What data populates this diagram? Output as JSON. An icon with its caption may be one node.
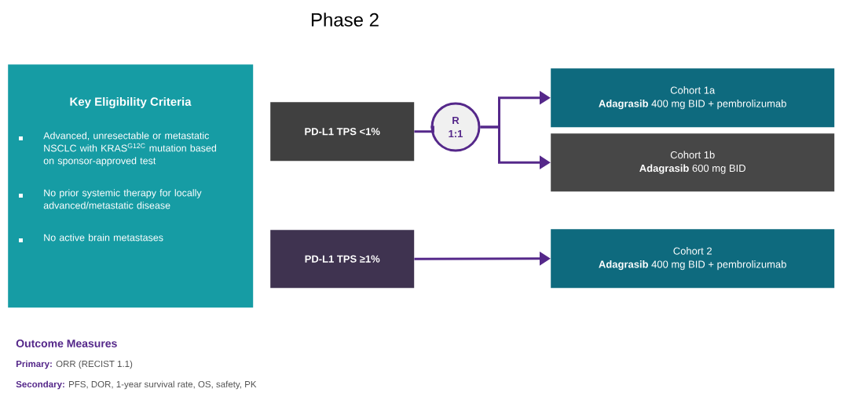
{
  "diagram": {
    "title": "Phase 2",
    "nodes": [
      {
        "text": [
          "Key Eligibility Criteria",
          "Advanced, unresectable or metastatic NSCLC with KRAS$^{G12C}$ mutation based on sponsor-approved test",
          "No prior systemic therapy for locally advanced/metastatic disease",
          "No active brain metastases"
        ]
      },
      {
        "text": [
          "PD-L1 TPS <1%"
        ]
      },
      {
        "text": [
          "R 1:1"
        ]
      },
      {
        "text": [
          "Cohort 1a",
          "**Adagrasib** 400 mg BID + pembrolizumab"
        ]
      },
      {
        "text": [
          "Cohort 1b",
          "**Adagrasib** 600 mg BID"
        ]
      },
      {
        "text": [
          "PD-L1 TPS ≥1%"
        ]
      },
      {
        "text": [
          "Cohort 2",
          "**Adagrasib** 400 mg BID + pembrolizumab"
        ]
      }
    ],
    "edges": [
      {
        "from": 1,
        "to": 2,
        "arrow": "none"
      },
      {
        "from": 2,
        "to": 3,
        "arrow": "to"
      },
      {
        "from": 2,
        "to": 4,
        "arrow": "to"
      },
      {
        "from": 5,
        "to": 6,
        "arrow": "to"
      }
    ],
    "labels": [
      "Outcome Measures",
      "**Primary:** ORR (RECIST 1.1)",
      "**Secondary:** PFS, DOR, 1-year survival rate, OS, safety, PK"
    ]
  }
}
